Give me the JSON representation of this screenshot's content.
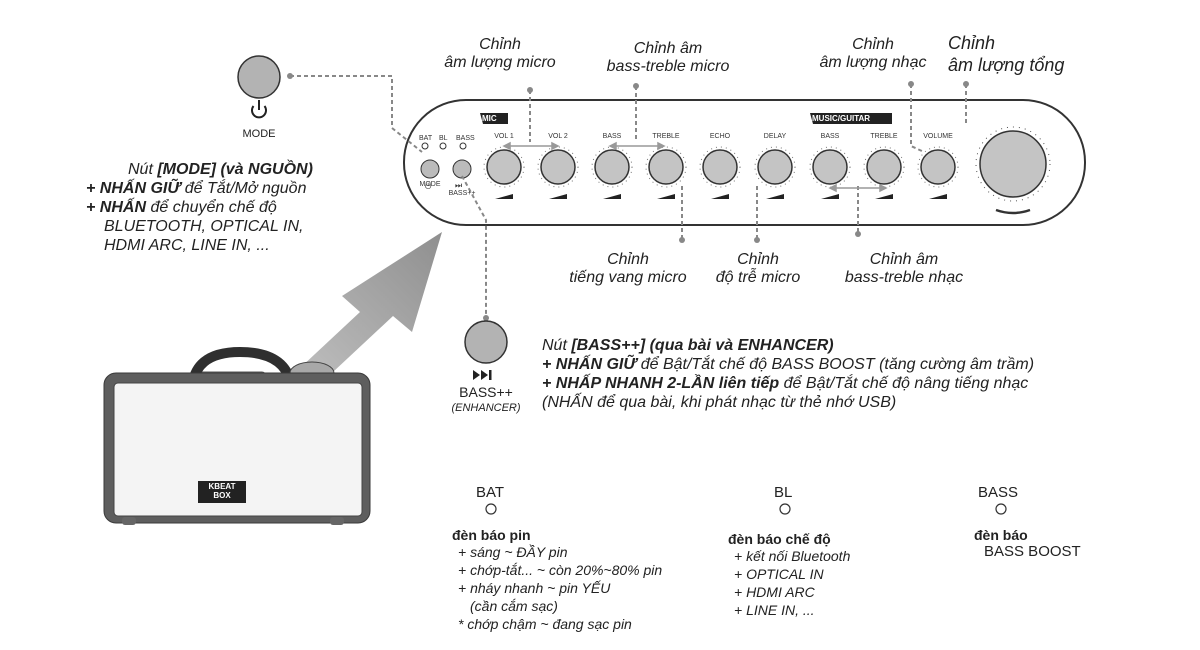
{
  "callouts": {
    "mic_volume": [
      "Chỉnh",
      "âm lượng micro"
    ],
    "mic_bass_treble": [
      "Chỉnh âm",
      "bass-treble micro"
    ],
    "music_volume": [
      "Chỉnh",
      "âm lượng nhạc"
    ],
    "master_volume": [
      "Chỉnh",
      "âm lượng tổng"
    ],
    "mic_echo": [
      "Chỉnh",
      "tiếng vang micro"
    ],
    "mic_delay": [
      "Chỉnh",
      "độ trễ micro"
    ],
    "music_bass_treble": [
      "Chỉnh âm",
      "bass-treble nhạc"
    ]
  },
  "panel": {
    "mic_group_label": "MIC",
    "music_group_label": "MUSIC/GUITAR",
    "leds": [
      "BAT",
      "BL",
      "BASS"
    ],
    "knobs": [
      "VOL 1",
      "VOL 2",
      "BASS",
      "TREBLE",
      "ECHO",
      "DELAY",
      "BASS",
      "TREBLE",
      "VOLUME"
    ],
    "mode_label": "MODE",
    "bass_label": "BASS++"
  },
  "mode_button": {
    "label": "MODE",
    "title_prefix": "Nút ",
    "title_bold": "[MODE] (và NGUỒN)",
    "line1_bold": "+ NHẤN GIỮ",
    "line1_rest": " để Tắt/Mở nguồn",
    "line2_bold": "+ NHẤN",
    "line2_rest": " để chuyển chế độ",
    "line3": "BLUETOOTH, OPTICAL IN,",
    "line4": "HDMI ARC, LINE IN, ..."
  },
  "bass_button": {
    "label": "BASS++",
    "sublabel": "(ENHANCER)",
    "title_prefix": "Nút ",
    "title_bold": "[BASS++] (qua bài và ENHANCER)",
    "line1_bold": "+ NHẤN GIỮ",
    "line1_rest": " để Bật/Tắt chế độ BASS BOOST (tăng cường âm trầm)",
    "line2_bold": "+ NHẤP NHANH 2-LẦN liên tiếp",
    "line2_rest": " để Bật/Tắt chế độ nâng tiếng nhạc",
    "line3": "(NHẤN để qua bài, khi phát nhạc từ thẻ nhớ USB)"
  },
  "speaker_logo": "KBEAT\nBOX",
  "indicators": {
    "bat": {
      "name": "BAT",
      "title": "đèn báo pin",
      "items": [
        "+ sáng ~ ĐẦY pin",
        "+ chớp-tắt... ~ còn 20%~80% pin",
        "+ nháy nhanh ~ pin YẾU",
        "(cần cắm sạc)",
        "* chớp chậm ~ đang sạc pin"
      ]
    },
    "bl": {
      "name": "BL",
      "title": "đèn báo chế độ",
      "items": [
        "+ kết nối Bluetooth",
        "+ OPTICAL IN",
        "+ HDMI ARC",
        "+ LINE IN, ..."
      ]
    },
    "bass": {
      "name": "BASS",
      "title": "đèn báo",
      "items": [
        "BASS BOOST"
      ]
    }
  },
  "colors": {
    "button_fill": "#b3b3b3",
    "knob_fill": "#c4c4c4",
    "outline": "#333333",
    "dashed_line": "#888888",
    "arrow": "#9a9a9a"
  }
}
